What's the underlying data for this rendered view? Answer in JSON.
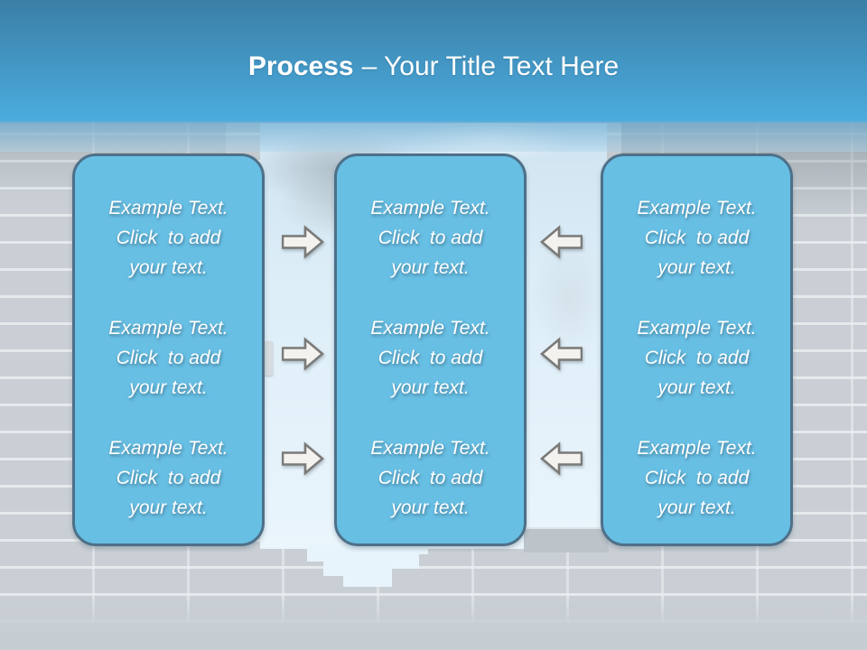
{
  "title": {
    "emphasis": "Process",
    "rest": "– Your Title Text Here"
  },
  "columns": [
    {
      "name": "left",
      "blocks": [
        {
          "lines": [
            "Example Text.",
            "Click  to add",
            "your text."
          ]
        },
        {
          "lines": [
            "Example Text.",
            "Click  to add",
            "your text."
          ]
        },
        {
          "lines": [
            "Example Text.",
            "Click  to add",
            "your text."
          ]
        }
      ]
    },
    {
      "name": "middle",
      "blocks": [
        {
          "lines": [
            "Example Text.",
            "Click  to add",
            "your text."
          ]
        },
        {
          "lines": [
            "Example Text.",
            "Click  to add",
            "your text."
          ]
        },
        {
          "lines": [
            "Example Text.",
            "Click  to add",
            "your text."
          ]
        }
      ]
    },
    {
      "name": "right",
      "blocks": [
        {
          "lines": [
            "Example Text.",
            "Click  to add",
            "your text."
          ]
        },
        {
          "lines": [
            "Example Text.",
            "Click  to add",
            "your text."
          ]
        },
        {
          "lines": [
            "Example Text.",
            "Click  to add",
            "your text."
          ]
        }
      ]
    }
  ],
  "arrows": {
    "forward_count": 3,
    "forward_direction": "right",
    "backward_count": 3,
    "backward_direction": "left"
  },
  "colors": {
    "header_top": "#3b7fa6",
    "header_bottom": "#4badde",
    "column_fill": "#67bfe4",
    "column_border": "#4e7089",
    "arrow_fill": "#f4f2ee",
    "arrow_stroke": "#7a7a78",
    "wall_gray": "#c9cfd4",
    "sky": "#e2f0f9",
    "title_color": "#ffffff"
  }
}
